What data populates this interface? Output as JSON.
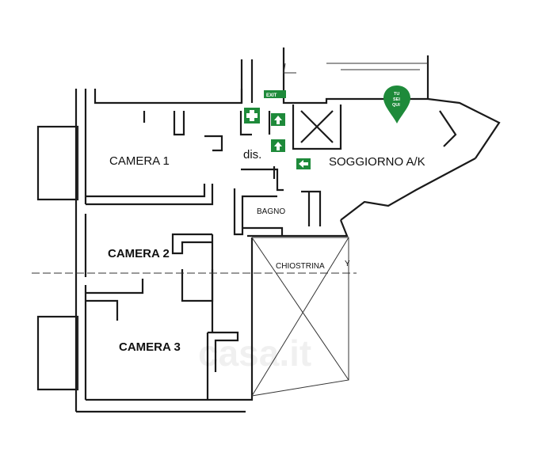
{
  "rooms": {
    "camera1": "CAMERA 1",
    "camera2": "CAMERA 2",
    "camera3": "CAMERA 3",
    "corridor": "dis.",
    "bagno": "BAGNO",
    "soggiorno": "SOGGIORNO A/K",
    "chiostrina": "CHIOSTRINA",
    "axis_y": "Y"
  },
  "signs": {
    "exit": "EXIT",
    "pin_line1": "TU",
    "pin_line2": "SEI",
    "pin_line3": "QUI"
  },
  "watermark": "casa.it",
  "colors": {
    "sign_green": "#1e8a3a",
    "wall": "#1a1a1a"
  }
}
